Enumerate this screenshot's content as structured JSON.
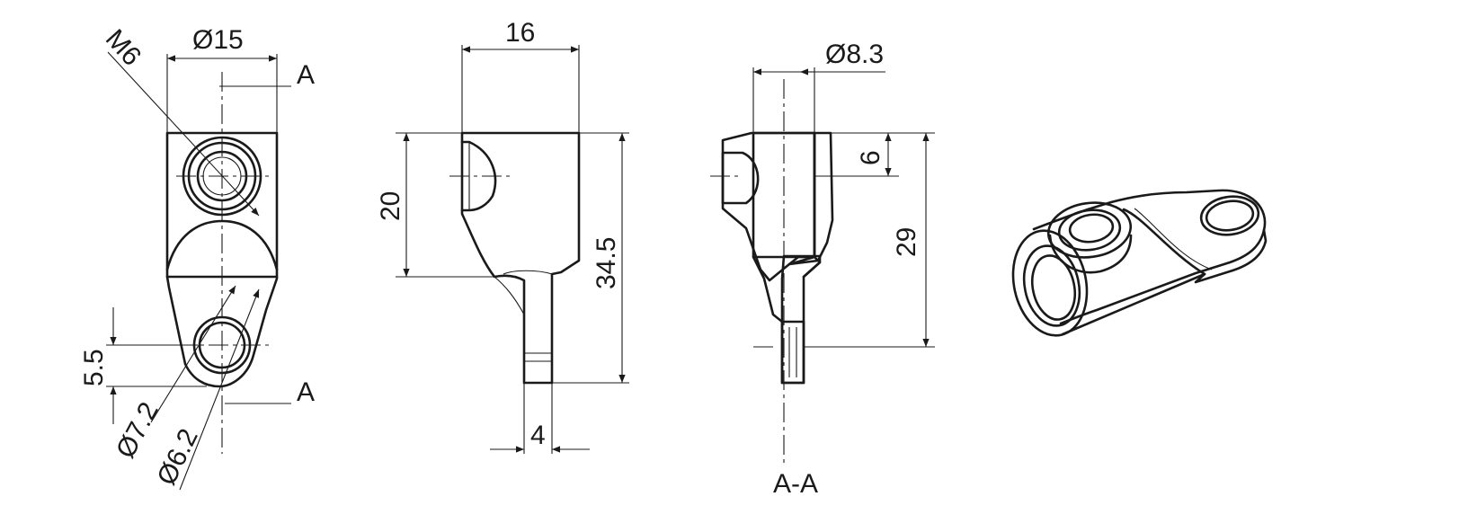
{
  "dimensions": {
    "thread": "M6",
    "outer_diameter": "Ø15",
    "section_marker": "A",
    "offset": "5.5",
    "bore_outer": "Ø7.2",
    "bore_inner": "Ø6.2",
    "width": "16",
    "height_upper": "20",
    "height_total": "34.5",
    "tab_thickness": "4",
    "counterbore": "Ø8.3",
    "depth": "6",
    "hole_distance": "29"
  },
  "section_label": "A-A"
}
